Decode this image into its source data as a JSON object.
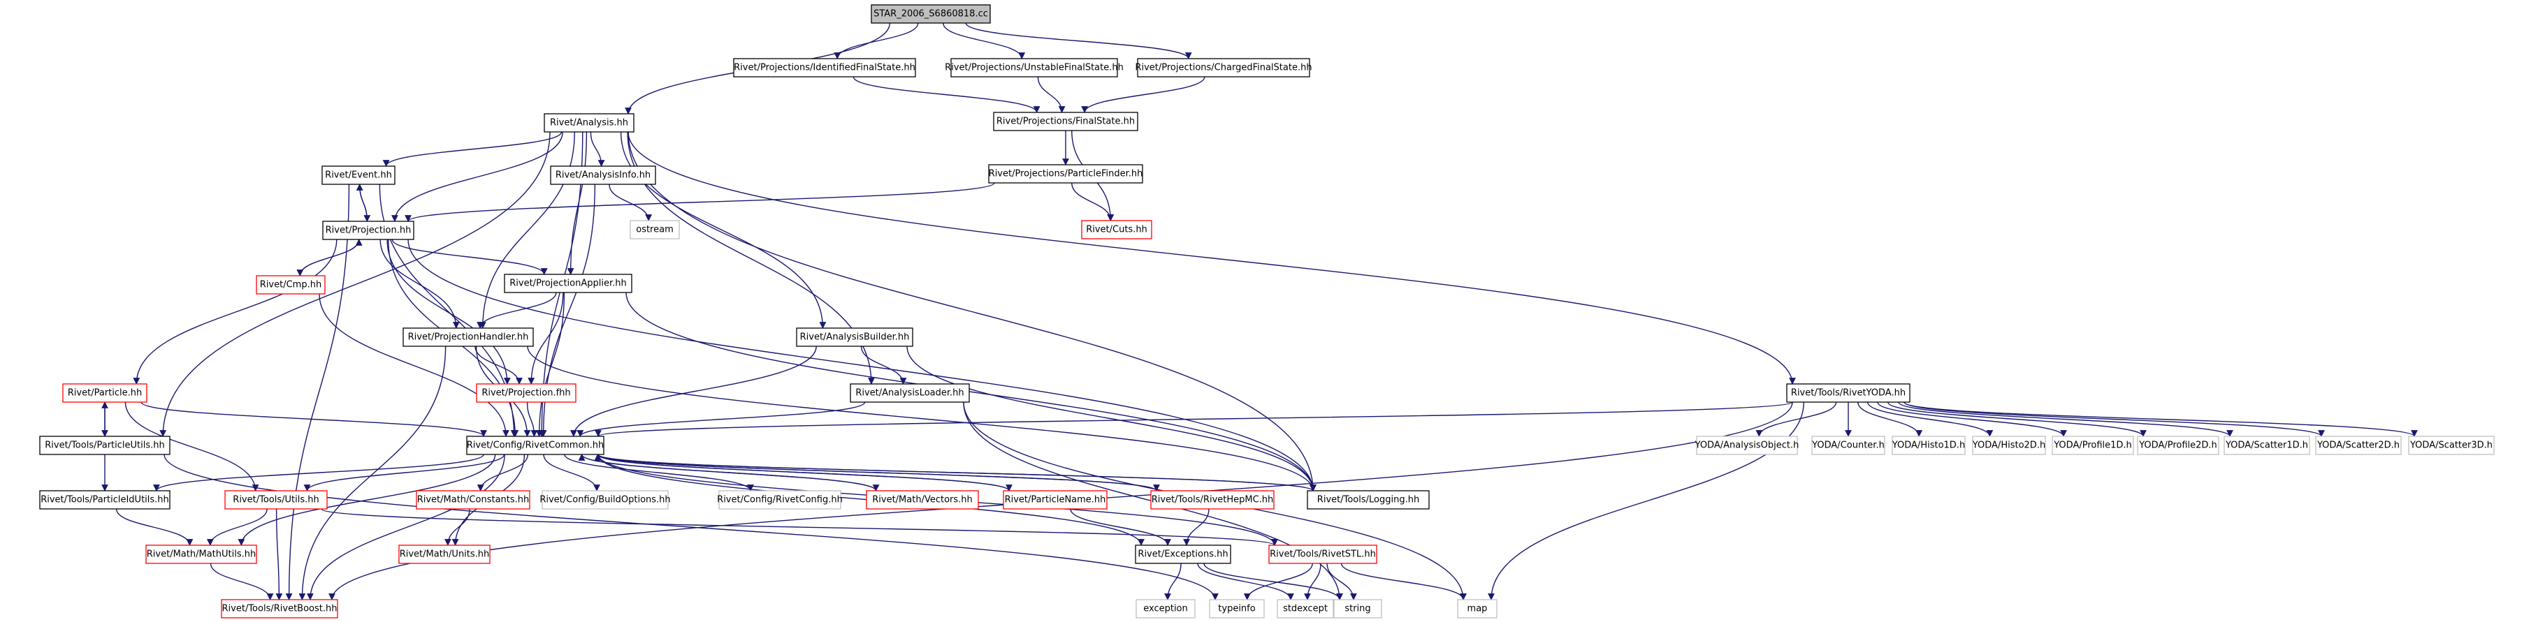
{
  "colors": {
    "root_fill": "#bfbfbf",
    "node_fill": "#ffffff",
    "border_black": "#000000",
    "border_red": "#ff0000",
    "border_grey": "#bfbfbf",
    "text": "#000000",
    "edge": "#191970"
  },
  "nodes": [
    {
      "id": "n0",
      "label": "STAR_2006_S6860818.cc",
      "style": "root"
    },
    {
      "id": "n1",
      "label": "Rivet/Analysis.hh",
      "style": "black"
    },
    {
      "id": "n2",
      "label": "Rivet/Projections/IdentifiedFinalState.hh",
      "style": "black"
    },
    {
      "id": "n3",
      "label": "Rivet/Projections/UnstableFinalState.hh",
      "style": "black"
    },
    {
      "id": "n4",
      "label": "Rivet/Projections/ChargedFinalState.hh",
      "style": "black"
    },
    {
      "id": "n5",
      "label": "Rivet/Projections/FinalState.hh",
      "style": "black"
    },
    {
      "id": "n6",
      "label": "Rivet/Projections/ParticleFinder.hh",
      "style": "black"
    },
    {
      "id": "n7",
      "label": "Rivet/Cuts.hh",
      "style": "red"
    },
    {
      "id": "n8",
      "label": "Rivet/Event.hh",
      "style": "black"
    },
    {
      "id": "n9",
      "label": "Rivet/AnalysisInfo.hh",
      "style": "black"
    },
    {
      "id": "n10",
      "label": "ostream",
      "style": "grey"
    },
    {
      "id": "n11",
      "label": "Rivet/Projection.hh",
      "style": "black"
    },
    {
      "id": "n12",
      "label": "Rivet/Cmp.hh",
      "style": "red"
    },
    {
      "id": "n13",
      "label": "Rivet/ProjectionApplier.hh",
      "style": "black"
    },
    {
      "id": "n14",
      "label": "Rivet/ProjectionHandler.hh",
      "style": "black"
    },
    {
      "id": "n15",
      "label": "Rivet/Projection.fhh",
      "style": "red"
    },
    {
      "id": "n16",
      "label": "Rivet/AnalysisBuilder.hh",
      "style": "black"
    },
    {
      "id": "n17",
      "label": "Rivet/AnalysisLoader.hh",
      "style": "black"
    },
    {
      "id": "n18",
      "label": "Rivet/Particle.hh",
      "style": "red"
    },
    {
      "id": "n19",
      "label": "Rivet/Tools/ParticleUtils.hh",
      "style": "black"
    },
    {
      "id": "n20",
      "label": "Rivet/Config/RivetCommon.hh",
      "style": "black"
    },
    {
      "id": "n21",
      "label": "Rivet/Tools/RivetYODA.hh",
      "style": "black"
    },
    {
      "id": "n22",
      "label": "YODA/AnalysisObject.h",
      "style": "grey"
    },
    {
      "id": "n23",
      "label": "YODA/Counter.h",
      "style": "grey"
    },
    {
      "id": "n24",
      "label": "YODA/Histo1D.h",
      "style": "grey"
    },
    {
      "id": "n25",
      "label": "YODA/Histo2D.h",
      "style": "grey"
    },
    {
      "id": "n26",
      "label": "YODA/Profile1D.h",
      "style": "grey"
    },
    {
      "id": "n27",
      "label": "YODA/Profile2D.h",
      "style": "grey"
    },
    {
      "id": "n28",
      "label": "YODA/Scatter1D.h",
      "style": "grey"
    },
    {
      "id": "n29",
      "label": "YODA/Scatter2D.h",
      "style": "grey"
    },
    {
      "id": "n30",
      "label": "YODA/Scatter3D.h",
      "style": "grey"
    },
    {
      "id": "n31",
      "label": "Rivet/Tools/ParticleIdUtils.hh",
      "style": "black"
    },
    {
      "id": "n32",
      "label": "Rivet/Tools/Utils.hh",
      "style": "red"
    },
    {
      "id": "n33",
      "label": "Rivet/Math/Constants.hh",
      "style": "red"
    },
    {
      "id": "n34",
      "label": "Rivet/Config/BuildOptions.hh",
      "style": "grey"
    },
    {
      "id": "n35",
      "label": "Rivet/Config/RivetConfig.hh",
      "style": "grey"
    },
    {
      "id": "n36",
      "label": "Rivet/Math/Vectors.hh",
      "style": "red"
    },
    {
      "id": "n37",
      "label": "Rivet/ParticleName.hh",
      "style": "red"
    },
    {
      "id": "n38",
      "label": "Rivet/Tools/RivetHepMC.hh",
      "style": "red"
    },
    {
      "id": "n39",
      "label": "Rivet/Tools/Logging.hh",
      "style": "black"
    },
    {
      "id": "n40",
      "label": "Rivet/Math/MathUtils.hh",
      "style": "red"
    },
    {
      "id": "n41",
      "label": "Rivet/Math/Units.hh",
      "style": "red"
    },
    {
      "id": "n42",
      "label": "Rivet/Exceptions.hh",
      "style": "black"
    },
    {
      "id": "n43",
      "label": "Rivet/Tools/RivetSTL.hh",
      "style": "red"
    },
    {
      "id": "n44",
      "label": "Rivet/Tools/RivetBoost.hh",
      "style": "red"
    },
    {
      "id": "n45",
      "label": "exception",
      "style": "grey"
    },
    {
      "id": "n46",
      "label": "typeinfo",
      "style": "grey"
    },
    {
      "id": "n47",
      "label": "stdexcept",
      "style": "grey"
    },
    {
      "id": "n48",
      "label": "string",
      "style": "grey"
    },
    {
      "id": "n49",
      "label": "map",
      "style": "grey"
    }
  ],
  "edges": [
    [
      "n0",
      "n1"
    ],
    [
      "n0",
      "n2"
    ],
    [
      "n0",
      "n3"
    ],
    [
      "n0",
      "n4"
    ],
    [
      "n2",
      "n5"
    ],
    [
      "n3",
      "n5"
    ],
    [
      "n4",
      "n5"
    ],
    [
      "n5",
      "n6"
    ],
    [
      "n5",
      "n7"
    ],
    [
      "n6",
      "n7"
    ],
    [
      "n6",
      "n11"
    ],
    [
      "n1",
      "n8"
    ],
    [
      "n1",
      "n11"
    ],
    [
      "n1",
      "n9"
    ],
    [
      "n1",
      "n13"
    ],
    [
      "n1",
      "n14"
    ],
    [
      "n1",
      "n16"
    ],
    [
      "n1",
      "n17"
    ],
    [
      "n1",
      "n39"
    ],
    [
      "n1",
      "n20"
    ],
    [
      "n1",
      "n19"
    ],
    [
      "n1",
      "n21"
    ],
    [
      "n8",
      "n11"
    ],
    [
      "n11",
      "n8"
    ],
    [
      "n8",
      "n20"
    ],
    [
      "n8",
      "n44"
    ],
    [
      "n9",
      "n10"
    ],
    [
      "n9",
      "n20"
    ],
    [
      "n11",
      "n12"
    ],
    [
      "n12",
      "n11"
    ],
    [
      "n11",
      "n13"
    ],
    [
      "n11",
      "n14"
    ],
    [
      "n11",
      "n15"
    ],
    [
      "n11",
      "n18"
    ],
    [
      "n11",
      "n20"
    ],
    [
      "n11",
      "n39"
    ],
    [
      "n12",
      "n20"
    ],
    [
      "n13",
      "n14"
    ],
    [
      "n13",
      "n15"
    ],
    [
      "n13",
      "n20"
    ],
    [
      "n13",
      "n39"
    ],
    [
      "n14",
      "n15"
    ],
    [
      "n14",
      "n20"
    ],
    [
      "n14",
      "n39"
    ],
    [
      "n14",
      "n44"
    ],
    [
      "n15",
      "n20"
    ],
    [
      "n16",
      "n17"
    ],
    [
      "n16",
      "n20"
    ],
    [
      "n16",
      "n39"
    ],
    [
      "n17",
      "n20"
    ],
    [
      "n17",
      "n48"
    ],
    [
      "n17",
      "n49"
    ],
    [
      "n18",
      "n19"
    ],
    [
      "n19",
      "n18"
    ],
    [
      "n18",
      "n20"
    ],
    [
      "n18",
      "n32"
    ],
    [
      "n19",
      "n31"
    ],
    [
      "n19",
      "n46"
    ],
    [
      "n21",
      "n20"
    ],
    [
      "n21",
      "n22"
    ],
    [
      "n21",
      "n23"
    ],
    [
      "n21",
      "n24"
    ],
    [
      "n21",
      "n25"
    ],
    [
      "n21",
      "n26"
    ],
    [
      "n21",
      "n27"
    ],
    [
      "n21",
      "n28"
    ],
    [
      "n21",
      "n29"
    ],
    [
      "n21",
      "n30"
    ],
    [
      "n21",
      "n49"
    ],
    [
      "n21",
      "n44"
    ],
    [
      "n20",
      "n31"
    ],
    [
      "n20",
      "n32"
    ],
    [
      "n20",
      "n33"
    ],
    [
      "n20",
      "n34"
    ],
    [
      "n20",
      "n35"
    ],
    [
      "n20",
      "n36"
    ],
    [
      "n20",
      "n37"
    ],
    [
      "n20",
      "n38"
    ],
    [
      "n20",
      "n39"
    ],
    [
      "n20",
      "n40"
    ],
    [
      "n20",
      "n41"
    ],
    [
      "n20",
      "n42"
    ],
    [
      "n20",
      "n43"
    ],
    [
      "n20",
      "n44"
    ],
    [
      "n39",
      "n20"
    ],
    [
      "n36",
      "n20"
    ],
    [
      "n37",
      "n20"
    ],
    [
      "n38",
      "n20"
    ],
    [
      "n31",
      "n40"
    ],
    [
      "n32",
      "n40"
    ],
    [
      "n32",
      "n44"
    ],
    [
      "n32",
      "n43"
    ],
    [
      "n33",
      "n41"
    ],
    [
      "n37",
      "n42"
    ],
    [
      "n38",
      "n42"
    ],
    [
      "n40",
      "n44"
    ],
    [
      "n42",
      "n45"
    ],
    [
      "n42",
      "n47"
    ],
    [
      "n42",
      "n48"
    ],
    [
      "n43",
      "n46"
    ],
    [
      "n43",
      "n47"
    ],
    [
      "n43",
      "n48"
    ],
    [
      "n43",
      "n49"
    ]
  ]
}
